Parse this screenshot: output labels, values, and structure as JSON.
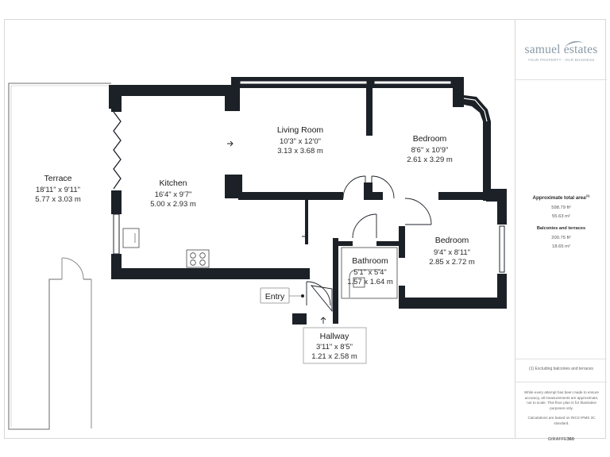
{
  "rooms": {
    "terrace": {
      "name": "Terrace",
      "imperial": "18'11\" x 9'11\"",
      "metric": "5.77 x 3.03 m"
    },
    "kitchen": {
      "name": "Kitchen",
      "imperial": "16'4\" x 9'7\"",
      "metric": "5.00 x 2.93 m"
    },
    "living": {
      "name": "Living Room",
      "imperial": "10'3\" x 12'0\"",
      "metric": "3.13 x 3.68 m"
    },
    "bedroom1": {
      "name": "Bedroom",
      "imperial": "8'6\" x 10'9\"",
      "metric": "2.61 x 3.29 m"
    },
    "bedroom2": {
      "name": "Bedroom",
      "imperial": "9'4\" x 8'11\"",
      "metric": "2.85 x 2.72 m"
    },
    "bathroom": {
      "name": "Bathroom",
      "imperial": "5'1\" x 5'4\"",
      "metric": "1.57 x 1.64 m"
    },
    "hallway": {
      "name": "Hallway",
      "imperial": "3'11\" x 8'5\"",
      "metric": "1.21 x 2.58 m"
    }
  },
  "entry_label": "Entry",
  "logo": {
    "name": "samuel estates",
    "tagline": "YOUR PROPERTY - OUR BUSINESS"
  },
  "area": {
    "total_title": "Approximate total area",
    "total_note": "(1)",
    "total_ft": "598.79 ft²",
    "total_m": "55.63 m²",
    "balc_title": "Balconies and terraces",
    "balc_ft": "200.75 ft²",
    "balc_m": "18.65 m²"
  },
  "footnote": "(1) Excluding balconies and terraces",
  "disclaimer": "While every attempt has been made to ensure accuracy, all measurements are approximate, not to scale. This floor plan is for illustrative purposes only.",
  "standard_note": "Calculations are based on RICS IPMS 3C standard.",
  "brand": {
    "prefix": "GIRAFFE",
    "suffix": "360"
  },
  "colors": {
    "wall": "#1c2128",
    "terrace_line": "#888888",
    "logo": "#8a9aa6"
  }
}
